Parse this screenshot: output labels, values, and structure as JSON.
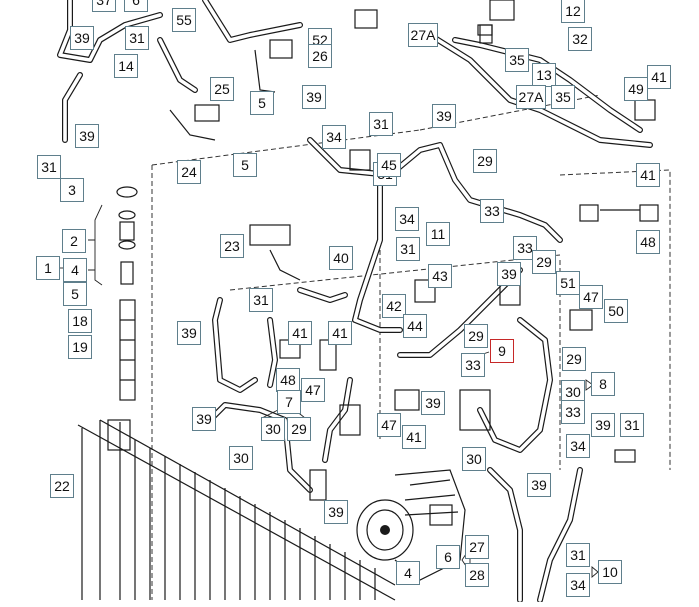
{
  "diagram": {
    "callouts": [
      "39",
      "55",
      "31",
      "6",
      "37",
      "12",
      "32",
      "14",
      "52",
      "26",
      "27A",
      "35",
      "13",
      "27A",
      "35",
      "49",
      "41",
      "5",
      "39",
      "25",
      "31",
      "39",
      "34",
      "31",
      "39",
      "31",
      "5",
      "24",
      "45",
      "29",
      "3",
      "41",
      "33",
      "48",
      "2",
      "34",
      "11",
      "23",
      "40",
      "31",
      "33",
      "1",
      "4",
      "43",
      "39",
      "29",
      "51",
      "42",
      "47",
      "5",
      "44",
      "50",
      "18",
      "31",
      "41",
      "41",
      "29",
      "39",
      "19",
      "9",
      "33",
      "48",
      "47",
      "29",
      "30",
      "8",
      "7",
      "39",
      "39",
      "33",
      "39",
      "30",
      "29",
      "47",
      "41",
      "34",
      "31",
      "22",
      "30",
      "30",
      "39",
      "39",
      "27",
      "31",
      "6",
      "10",
      "28",
      "34",
      "4"
    ],
    "selected_callout": "9"
  }
}
